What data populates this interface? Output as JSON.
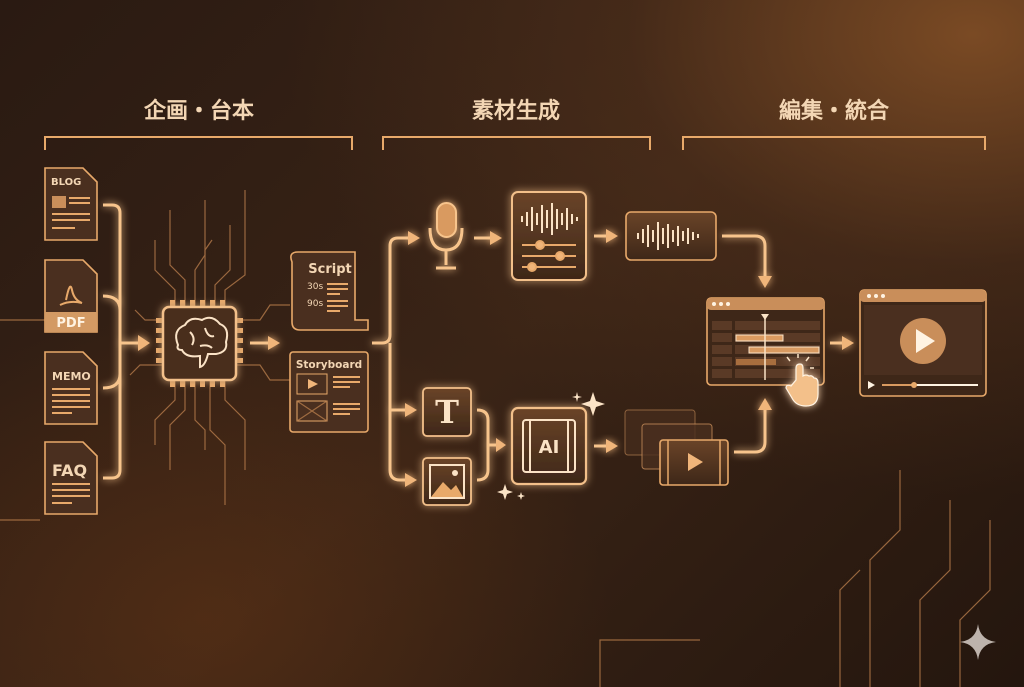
{
  "stages": [
    {
      "title": "企画・台本"
    },
    {
      "title": "素材生成"
    },
    {
      "title": "編集・統合"
    }
  ],
  "inputs": [
    {
      "label": "BLOG",
      "icon": "blog-document-icon"
    },
    {
      "label": "PDF",
      "icon": "pdf-document-icon"
    },
    {
      "label": "MEMO",
      "icon": "memo-document-icon"
    },
    {
      "label": "FAQ",
      "icon": "faq-document-icon"
    }
  ],
  "script": {
    "title": "Script",
    "durations": [
      "30s",
      "90s"
    ]
  },
  "storyboard": {
    "title": "Storyboard"
  },
  "text_tool": {
    "glyph": "T"
  },
  "ai_video": {
    "label": "AI"
  },
  "colors": {
    "accent": "#e8a96a",
    "background": "#2a1a12",
    "box": "#4a2f1f"
  }
}
